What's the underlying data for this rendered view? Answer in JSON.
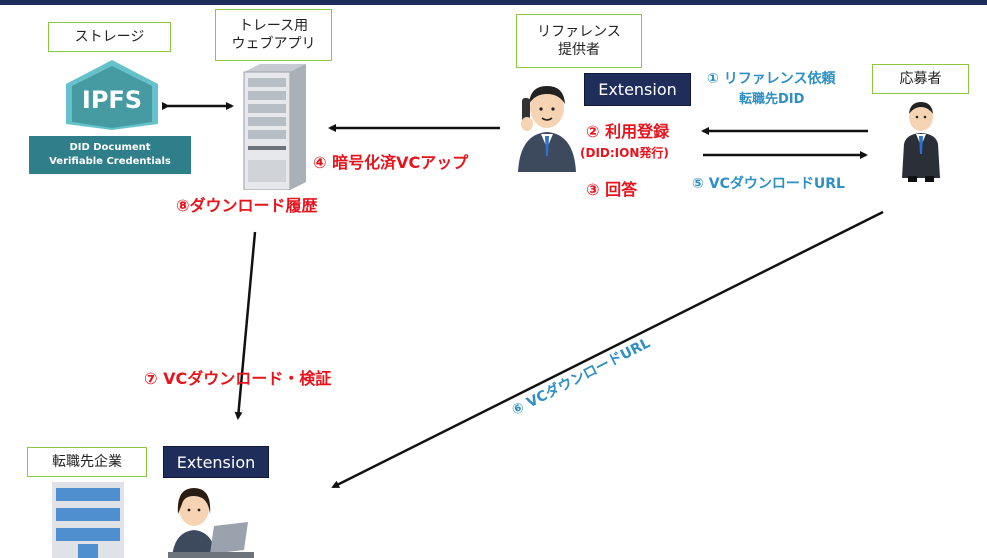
{
  "boxes": {
    "storage": "ストレージ",
    "trace_line1": "トレース用",
    "trace_line2": "ウェブアプリ",
    "ref_line1": "リファレンス",
    "ref_line2": "提供者",
    "applicant": "応募者",
    "company": "転職先企業"
  },
  "ipfs": {
    "logo": "IPFS",
    "caption_line1": "DID Document",
    "caption_line2": "Verifiable Credentials"
  },
  "extension_label": "Extension",
  "steps": {
    "s1_line1": "① リファレンス依頼",
    "s1_line2": "転職先DID",
    "s2": "② 利用登録",
    "s2_sub": "(DID:ION発行)",
    "s3": "③ 回答",
    "s4": "④ 暗号化済VCアップ",
    "s5": "⑤ VCダウンロードURL",
    "s6": "⑥ VCダウンロードURL",
    "s7": "⑦ VCダウンロード・検証",
    "s8": "⑧ダウンロード履歴"
  },
  "colors": {
    "navy": "#1f2d5a",
    "green_border": "#8dc63f",
    "red": "#e8141c",
    "blue": "#2e8fc4",
    "ipfs_teal": "#2f7f8a"
  }
}
